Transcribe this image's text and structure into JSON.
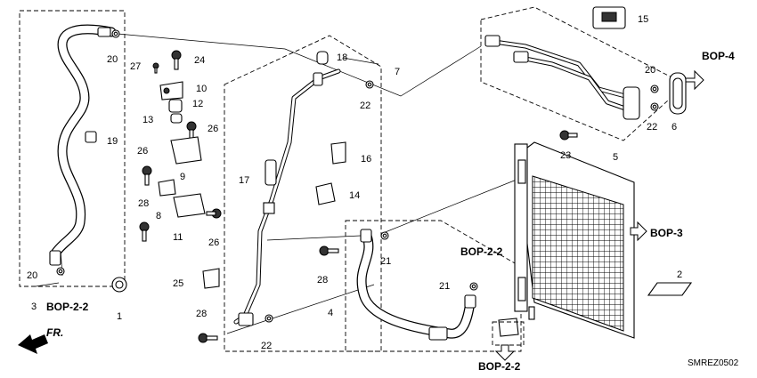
{
  "diagram": {
    "code": "SMREZ0502",
    "front_label": "FR."
  },
  "callouts": {
    "n1": "1",
    "n2": "2",
    "n3": "3",
    "n4": "4",
    "n5": "5",
    "n6": "6",
    "n7": "7",
    "n8": "8",
    "n9": "9",
    "n10": "10",
    "n11": "11",
    "n12": "12",
    "n13": "13",
    "n14": "14",
    "n15": "15",
    "n16": "16",
    "n17": "17",
    "n18": "18",
    "n19": "19",
    "n20a": "20",
    "n20b": "20",
    "n20c": "20",
    "n21a": "21",
    "n21b": "21",
    "n22a": "22",
    "n22b": "22",
    "n22c": "22",
    "n23": "23",
    "n24": "24",
    "n25": "25",
    "n26a": "26",
    "n26b": "26",
    "n26c": "26",
    "n27": "27",
    "n28a": "28",
    "n28b": "28",
    "n28c": "28"
  },
  "references": {
    "bop4": "BOP-4",
    "bop3": "BOP-3",
    "bop22_left": "BOP-2-2",
    "bop22_mid": "BOP-2-2",
    "bop22_bottom": "BOP-2-2"
  }
}
